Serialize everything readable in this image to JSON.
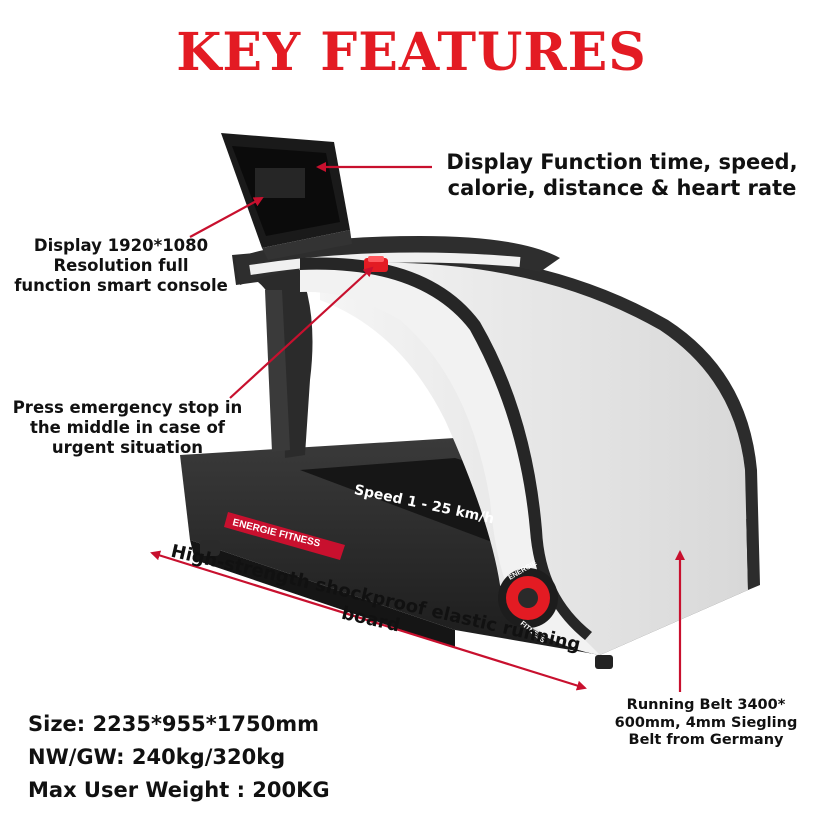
{
  "title": "KEY FEATURES",
  "brand": {
    "name": "ENERGIE FITNESS",
    "badge_top": "ENERGIE",
    "badge_bottom": "FITNESS"
  },
  "callouts": {
    "display_function": [
      "Display Function time, speed,",
      "calorie, distance & heart rate"
    ],
    "display_resolution": [
      "Display 1920*1080",
      "Resolution full",
      "function smart console"
    ],
    "emergency_stop": [
      "Press emergency stop in",
      "the middle in case of",
      "urgent situation"
    ],
    "speed": "Speed 1 - 25 km/h",
    "running_board": [
      "High-strength shockproof elastic running",
      "board"
    ],
    "running_belt": [
      "Running Belt 3400*",
      "600mm, 4mm Siegling",
      "Belt from Germany"
    ]
  },
  "specs": [
    "Size: 2235*955*1750mm",
    "NW/GW: 240kg/320kg",
    "Max User Weight : 200KG"
  ],
  "colors": {
    "accent": "#e31b23",
    "frame_dark": "#2b2b2b",
    "frame_light": "#ececec",
    "text": "#111111"
  }
}
